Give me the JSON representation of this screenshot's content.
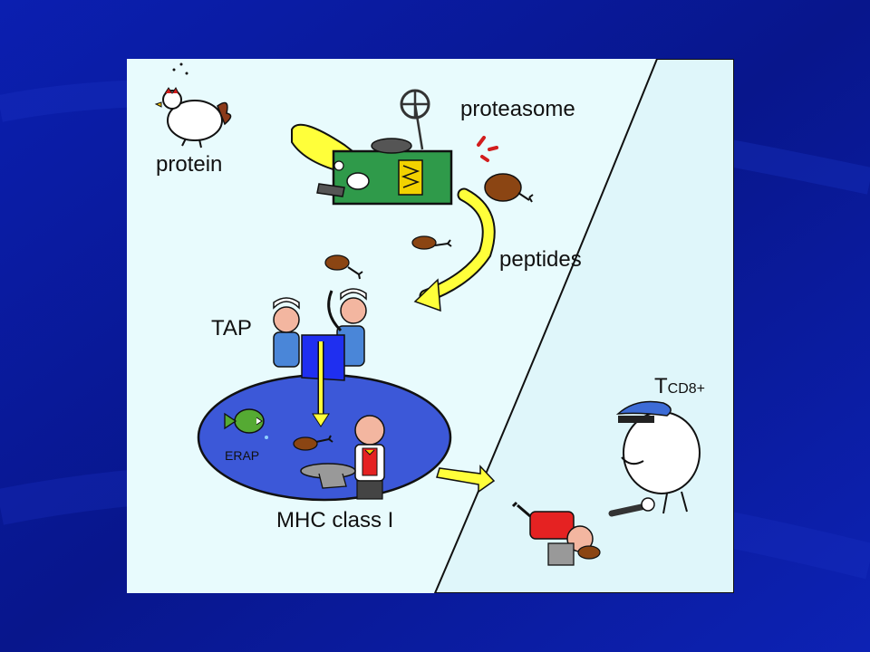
{
  "labels": {
    "protein": "protein",
    "proteasome": "proteasome",
    "peptides": "peptides",
    "tap": "TAP",
    "erap": "ERAP",
    "mhc": "MHC class I",
    "tcell_main": "T",
    "tcell_sub": "CD8+"
  },
  "icons": [
    "chicken-icon",
    "proteasome-grinder-icon",
    "drumstick-icon",
    "tap-worker-icon",
    "erap-fish-icon",
    "mhc-waiter-icon",
    "tcell-policeman-icon",
    "infected-cell-figure-icon"
  ],
  "colors": {
    "slide_background": "#0a1a9e",
    "cell_cytoplasm": "#e8fbfd",
    "cell_membrane_outside": "#dff6fa",
    "er_lumen": "#3c58d8",
    "arrow_yellow": "#ffff3a",
    "proteasome_green": "#2f9a4a",
    "tap_channel": "#1f2ff0"
  }
}
